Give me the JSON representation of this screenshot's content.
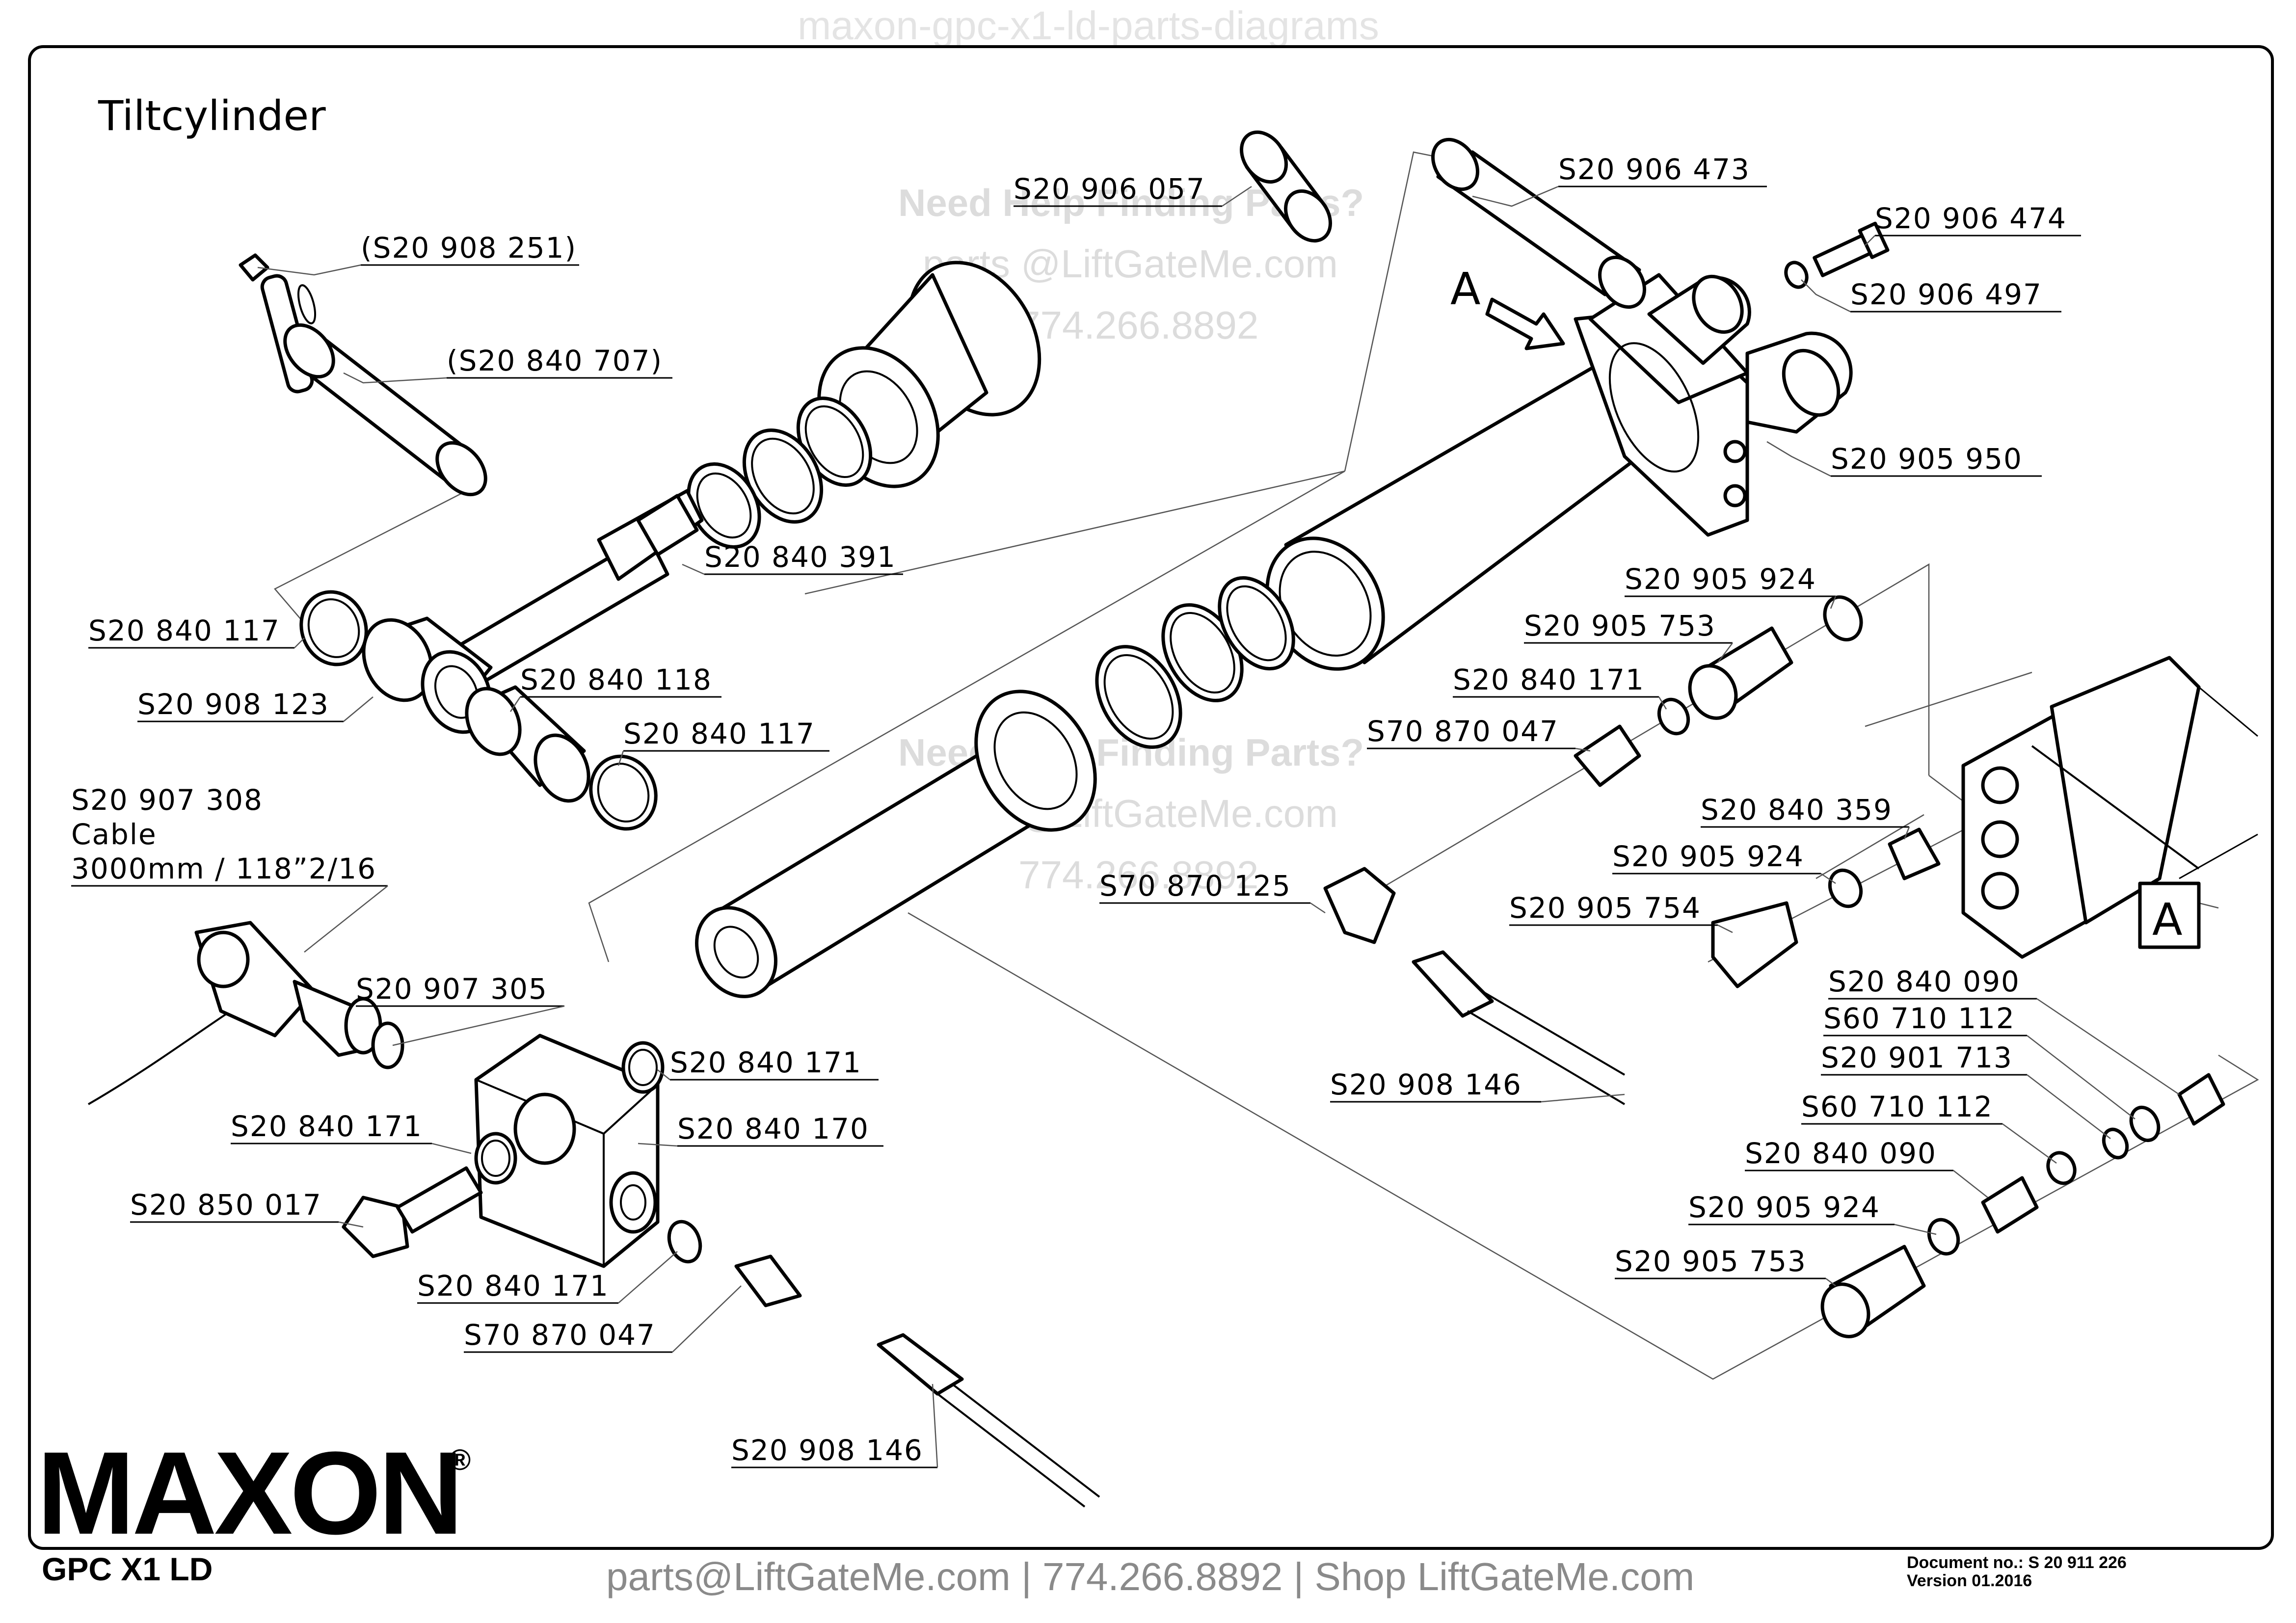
{
  "watermark_top": "maxon-gpc-x1-ld-parts-diagrams",
  "diagram_title": "Tiltcylinder",
  "watermark": {
    "heading": "Need Help Finding Parts?",
    "email": "parts @LiftGateMe.com",
    "phone": "774.266.8892"
  },
  "view_marker": {
    "arrow_label": "A",
    "box_label": "A"
  },
  "cable_note": [
    "Cable",
    "3000mm / 118”2/16"
  ],
  "parts": [
    {
      "id": "p1",
      "label": "(S20 908 251)"
    },
    {
      "id": "p2",
      "label": "(S20 840 707)"
    },
    {
      "id": "p3",
      "label": "S20 906 057"
    },
    {
      "id": "p4",
      "label": "S20 906 473"
    },
    {
      "id": "p5",
      "label": "S20 906 474"
    },
    {
      "id": "p6",
      "label": "S20 906 497"
    },
    {
      "id": "p7",
      "label": "S20 905 950"
    },
    {
      "id": "p8",
      "label": "S20 840 391"
    },
    {
      "id": "p9",
      "label": "S20 840 117"
    },
    {
      "id": "p10",
      "label": "S20 908 123"
    },
    {
      "id": "p11",
      "label": "S20 840 118"
    },
    {
      "id": "p12",
      "label": "S20 840 117"
    },
    {
      "id": "p13",
      "label": "S20 905 924"
    },
    {
      "id": "p14",
      "label": "S20 905 753"
    },
    {
      "id": "p15",
      "label": "S20 840 171"
    },
    {
      "id": "p16",
      "label": "S70 870 047"
    },
    {
      "id": "p17",
      "label": "S20 907 308"
    },
    {
      "id": "p18",
      "label": "S20 840 359"
    },
    {
      "id": "p19",
      "label": "S20 905 924"
    },
    {
      "id": "p20",
      "label": "S70 870 125"
    },
    {
      "id": "p21",
      "label": "S20 905 754"
    },
    {
      "id": "p22",
      "label": "S20 907 305"
    },
    {
      "id": "p23",
      "label": "S20 840 090"
    },
    {
      "id": "p24",
      "label": "S60 710 112"
    },
    {
      "id": "p25",
      "label": "S20 840 171"
    },
    {
      "id": "p26",
      "label": "S20 901 713"
    },
    {
      "id": "p27",
      "label": "S20 908 146"
    },
    {
      "id": "p28",
      "label": "S20 840 171"
    },
    {
      "id": "p29",
      "label": "S20 840 170"
    },
    {
      "id": "p30",
      "label": "S60 710 112"
    },
    {
      "id": "p31",
      "label": "S20 840 090"
    },
    {
      "id": "p32",
      "label": "S20 850 017"
    },
    {
      "id": "p33",
      "label": "S20 905 924"
    },
    {
      "id": "p34",
      "label": "S20 905 753"
    },
    {
      "id": "p35",
      "label": "S20 840 171"
    },
    {
      "id": "p36",
      "label": "S70 870 047"
    },
    {
      "id": "p37",
      "label": "S20 908 146"
    }
  ],
  "brand": {
    "logo": "MAXON",
    "registered": "®",
    "model": "GPC X1 LD"
  },
  "footer": "parts@LiftGateMe.com | 774.266.8892 | Shop LiftGateMe.com",
  "document": {
    "number": "Document no.:  S 20 911 226",
    "version": "Version  01.2016"
  }
}
